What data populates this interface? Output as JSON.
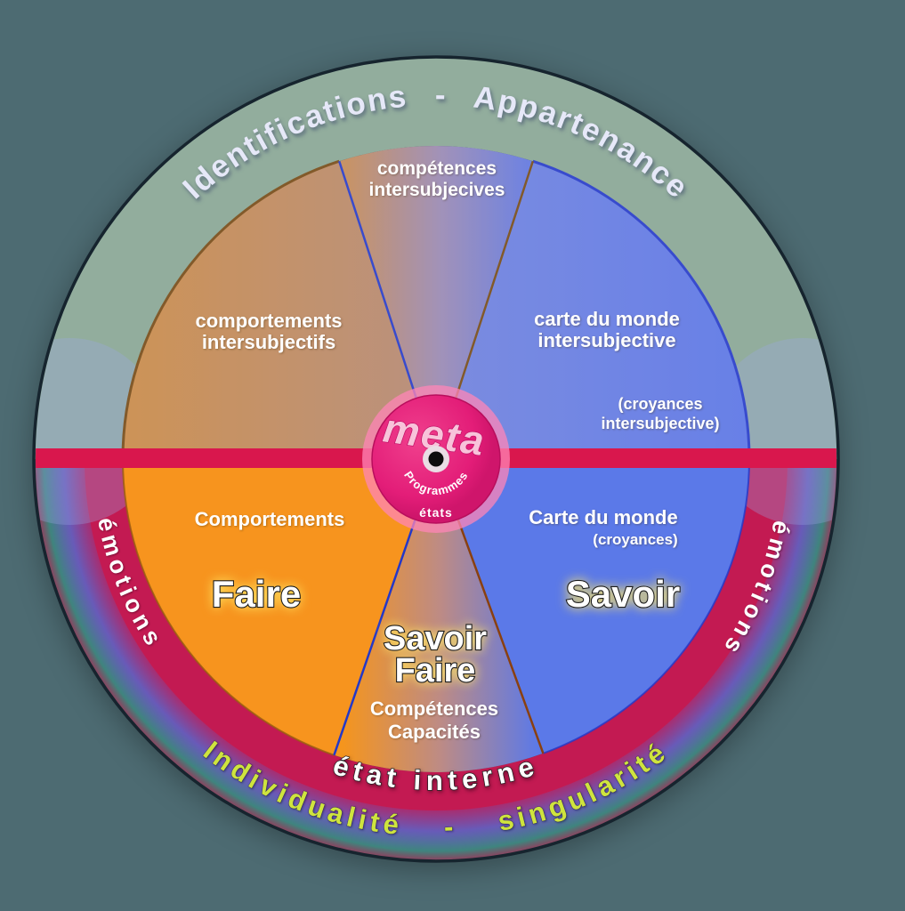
{
  "colors": {
    "background": "#4d6b72",
    "ring_top_green": "#8cab90",
    "ring_bottom_crimson": "#c31a52",
    "center_band": "#d9174d",
    "orange": "#f7941e",
    "orange_muted": "#d08c3f",
    "blue": "#5b79e8",
    "blue_muted": "#7083de",
    "hub_pink": "#e31d78",
    "hub_glow": "#ff85b7",
    "yellow_green": "#cfe43e",
    "outline": "#16242e"
  },
  "ring": {
    "top_label": "Identifications - Appartenance",
    "left_label": "émotions",
    "right_label": "émotions",
    "bottom_outer_label": "Individualité - singularité",
    "bottom_inner_label": "état interne"
  },
  "sectors": {
    "top_wedge": {
      "line1": "compétences",
      "line2": "intersubjecives"
    },
    "upper_left": {
      "line1": "comportements",
      "line2": "intersubjectifs"
    },
    "upper_right": {
      "line1": "carte du monde",
      "line2": "intersubjective",
      "sub1": "(croyances",
      "sub2": "intersubjective)"
    },
    "lower_left": {
      "label": "Comportements",
      "title": "Faire"
    },
    "lower_right": {
      "label": "Carte du monde",
      "sub": "(croyances)",
      "title": "Savoir"
    },
    "bottom_wedge": {
      "title1": "Savoir",
      "title2": "Faire",
      "line1": "Compétences",
      "line2": "Capacités"
    }
  },
  "hub": {
    "title": "meta",
    "subtitle": "Programmes",
    "caption": "états"
  }
}
